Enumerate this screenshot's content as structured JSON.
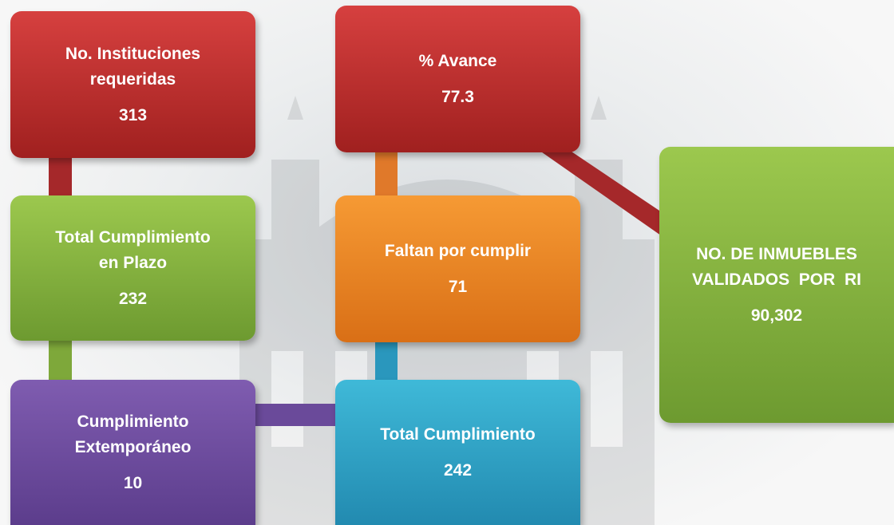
{
  "boxes": {
    "instituciones": {
      "title_line1": "No. Instituciones",
      "title_line2": "requeridas",
      "value": "313"
    },
    "avance": {
      "title": "% Avance",
      "value": "77.3"
    },
    "cumplimiento_plazo": {
      "title_line1": "Total Cumplimiento",
      "title_line2": "en Plazo",
      "value": "232"
    },
    "faltan": {
      "title": "Faltan por cumplir",
      "value": "71"
    },
    "inmuebles": {
      "title_line1": "NO. DE INMUEBLES",
      "title_line2": "VALIDADOS  POR  RI",
      "value": "90,302"
    },
    "extemporaneo": {
      "title_line1": "Cumplimiento",
      "title_line2": "Extemporáneo",
      "value": "10"
    },
    "total_cumplimiento": {
      "title": "Total Cumplimiento",
      "value": "242"
    }
  },
  "colors": {
    "red": "#b82d2c",
    "green": "#8ab73f",
    "purple": "#6e4d9e",
    "orange": "#ed8526",
    "teal": "#31a4c9"
  }
}
